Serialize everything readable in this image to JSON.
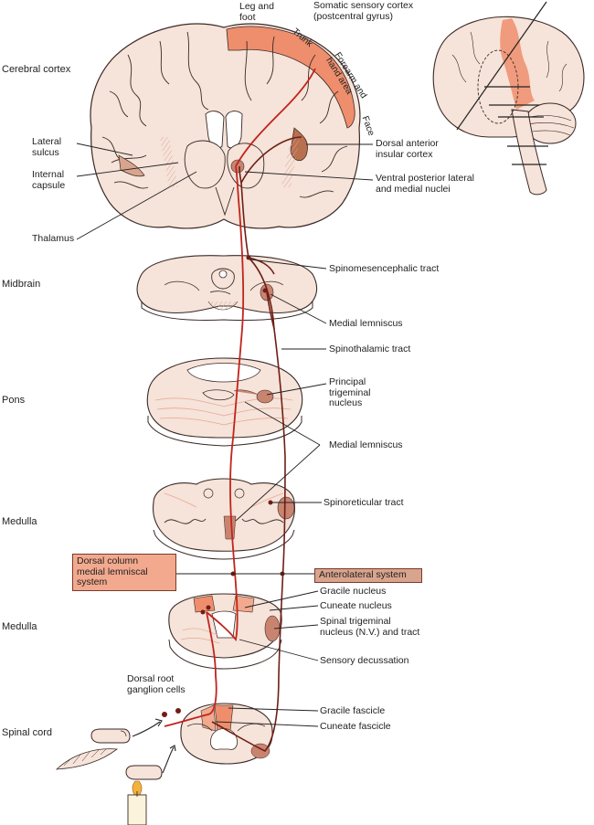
{
  "levels": {
    "cerebral_cortex": "Cerebral cortex",
    "midbrain": "Midbrain",
    "pons": "Pons",
    "medulla_upper": "Medulla",
    "medulla_lower": "Medulla",
    "spinal_cord": "Spinal cord"
  },
  "labels": {
    "leg_foot": "Leg and\nfoot",
    "somatic_cortex": "Somatic sensory cortex\n(postcentral gyrus)",
    "trunk": "Trunk",
    "forearm_hand": "Forearm and\nhand area",
    "face": "Face",
    "lateral_sulcus": "Lateral\nsulcus",
    "internal_capsule": "Internal\ncapsule",
    "thalamus": "Thalamus",
    "dorsal_anterior_insular": "Dorsal anterior\ninsular cortex",
    "ventral_posterior": "Ventral posterior lateral\nand medial nuclei",
    "spinomesencephalic": "Spinomesencephalic tract",
    "medial_lemniscus_1": "Medial lemniscus",
    "spinothalamic": "Spinothalamic tract",
    "principal_trigeminal": "Principal\ntrigeminal\nnucleus",
    "medial_lemniscus_2": "Medial lemniscus",
    "spinoreticular": "Spinoreticular tract",
    "dorsal_column_system": "Dorsal column\nmedial lemniscal\nsystem",
    "anterolateral_system": "Anterolateral system",
    "gracile_nucleus": "Gracile nucleus",
    "cuneate_nucleus": "Cuneate nucleus",
    "spinal_trigeminal": "Spinal trigeminal\nnucleus (N.V.) and tract",
    "sensory_decussation": "Sensory decussation",
    "dorsal_root": "Dorsal root\nganglion cells",
    "gracile_fascicle": "Gracile fascicle",
    "cuneate_fascicle": "Cuneate fascicle"
  },
  "colors": {
    "tissue": "#f6e3d9",
    "tissue_outline": "#3a2a26",
    "cortex_highlight": "#ee8e6c",
    "lemniscal_pathway": "#c0241c",
    "anterolateral_pathway": "#6e1e16",
    "nucleus": "#c98470",
    "box_dclm": "#f2a98e",
    "box_als": "#d9a48d"
  },
  "icons": [
    "finger-icon",
    "feather-icon",
    "candle-icon",
    "brain-lateral-icon"
  ]
}
